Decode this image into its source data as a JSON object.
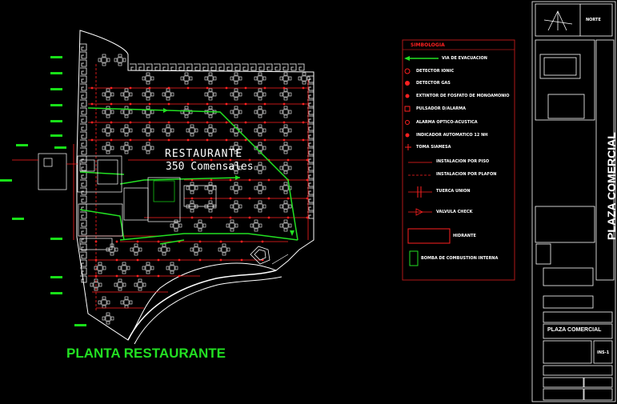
{
  "drawing": {
    "title": "PLANTA RESTAURANTE",
    "restaurant_label": "RESTAURANTE",
    "capacity_label": "350 Comensales"
  },
  "legend": {
    "title": "SIMBOLOGIA",
    "items": [
      {
        "symbol": "evac-arrow",
        "label": "VIA DE EVACUACION"
      },
      {
        "symbol": "ionic-detector",
        "label": "DETECTOR IONIC"
      },
      {
        "symbol": "gas-detector",
        "label": "DETECTOR GAS"
      },
      {
        "symbol": "extinguisher",
        "label": "EXTINTOR DE FOSFATO DE MONOAMONIO"
      },
      {
        "symbol": "alarm-button",
        "label": "PULSADOR D/ALARMA"
      },
      {
        "symbol": "optic-acoustic-alarm",
        "label": "ALARMA OPTICO-ACUSTICA"
      },
      {
        "symbol": "auto-indicator",
        "label": "INDICADOR AUTOMATICO 12 NH"
      },
      {
        "symbol": "fire-hose",
        "label": "TOMA SIAMESA"
      },
      {
        "symbol": "floor-line",
        "label": "INSTALACION POR PISO"
      },
      {
        "symbol": "ceiling-line",
        "label": "INSTALACION POR PLAFON"
      },
      {
        "symbol": "union-pipe",
        "label": "TUERCA UNION"
      },
      {
        "symbol": "check-valve",
        "label": "VALVULA CHECK"
      },
      {
        "symbol": "hydrant",
        "label": "HIDRANTE"
      },
      {
        "symbol": "pump",
        "label": "BOMBA DE COMBUSTION INTERNA"
      }
    ]
  },
  "title_block": {
    "north_label": "NORTE",
    "project_name": "PLAZA COMERCIAL",
    "sheet_code": "INS-1"
  },
  "colors": {
    "red": "#ff2020",
    "green": "#22e022",
    "white": "#ffffff",
    "dark_red": "#b01818"
  }
}
